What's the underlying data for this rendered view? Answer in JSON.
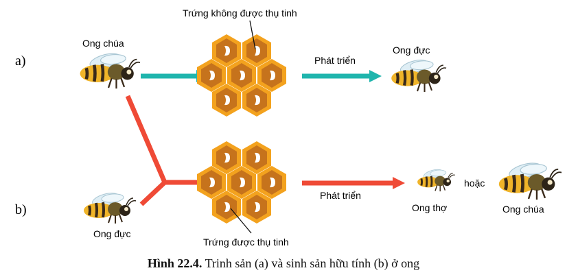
{
  "diagram": {
    "part_a_label": "a)",
    "part_b_label": "b)",
    "queen_label_a": "Ong chúa",
    "unfertilized_egg_label": "Trứng không được thụ tinh",
    "develop_label_a": "Phát triển",
    "drone_label_a": "Ong đực",
    "drone_label_b": "Ong đực",
    "fertilized_egg_label": "Trứng được thụ tinh",
    "develop_label_b": "Phát triển",
    "worker_label": "Ong thợ",
    "or_label": "hoặc",
    "queen_label_b": "Ong chúa",
    "caption_bold": "Hình 22.4.",
    "caption_text": "Trinh sản (a) và sinh sản hữu tính (b) ở ong",
    "colors": {
      "teal_arrow": "#1fb5ad",
      "red_arrow": "#ef4a36",
      "comb": "#f3a21e",
      "cell": "#c6731c",
      "egg": "#ffffff"
    }
  }
}
